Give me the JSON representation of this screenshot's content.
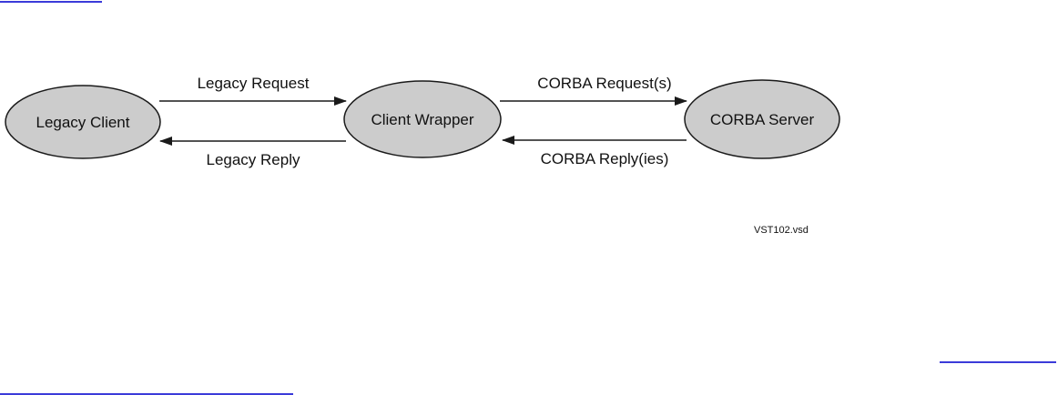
{
  "diagram": {
    "nodes": {
      "legacy_client": "Legacy Client",
      "client_wrapper": "Client Wrapper",
      "corba_server": "CORBA Server"
    },
    "edges": {
      "legacy_request": "Legacy Request",
      "legacy_reply": "Legacy Reply",
      "corba_request": "CORBA Request(s)",
      "corba_reply": "CORBA Reply(ies)"
    },
    "file_label": "VST102.vsd"
  },
  "colors": {
    "node_fill": "#cccccc",
    "stroke": "#1a1a1a",
    "link": "#3b3bd9"
  }
}
